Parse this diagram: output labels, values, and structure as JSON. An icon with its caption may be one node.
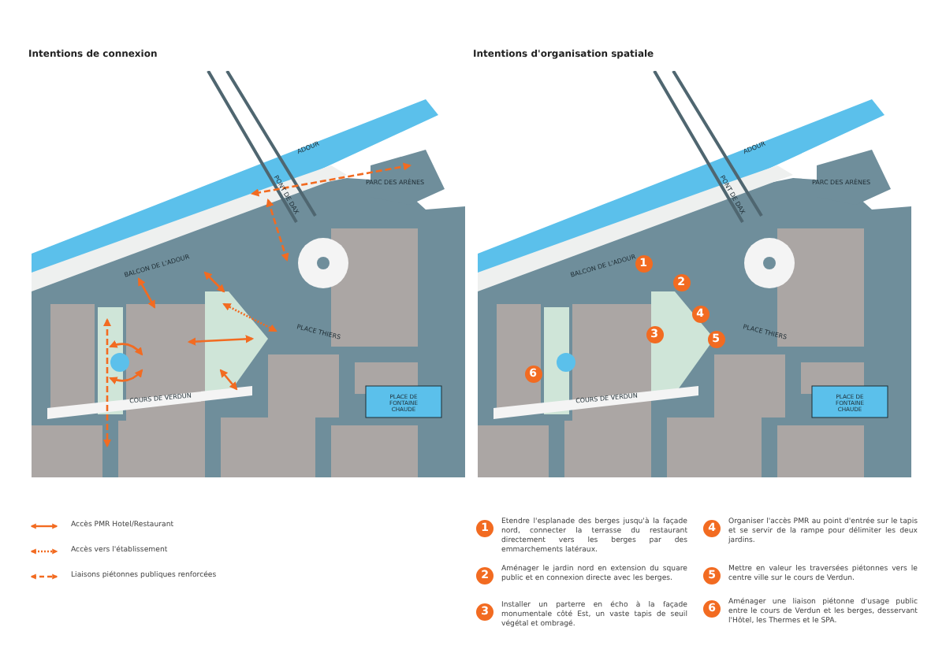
{
  "diagram": {
    "labels": [
      "Intentions de connexion",
      "ADOUR",
      "PONT DE DAX",
      "PARC DES ARÈNES",
      "BALCON DE L'ADOUR",
      "PLACE THIERS",
      "COURS DE VERDUN",
      "PLACE DE FONTAINE CHAUDE",
      "Intentions d'organisation spatiale",
      "ADOUR",
      "PONT DE DAX",
      "PARC DES ARÈNES",
      "BALCON DE L'ADOUR",
      "PLACE THIERS",
      "COURS DE VERDUN",
      "PLACE DE FONTAINE CHAUDE",
      "1",
      "2",
      "3",
      "4",
      "5",
      "6",
      "1",
      "Etendre l'esplanade des berges jusqu'à la façade nord, connecter la terrasse du restaurant directement vers les berges par des emmarchements latéraux.",
      "4",
      "Organiser l'accès PMR au point d'entrée sur le tapis et se servir de la rampe pour délimiter les deux jardins.",
      "2",
      "Aménager le jardin nord en extension du square public et en connexion directe avec les berges.",
      "5",
      "Mettre en valeur les traversées piétonnes vers le centre ville sur le cours de Verdun.",
      "3",
      "Installer un parterre en écho à la façade monumentale côté Est, un vaste tapis de seuil végétal et ombragé.",
      "6",
      "Aménager une liaison piétonne d'usage public entre le cours de Verdun et les berges, desservant l'Hôtel, les Thermes et le SPA."
    ],
    "legend": [
      {
        "text": "Accès PMR Hotel/Restaurant"
      },
      {
        "text": "Accès vers l'établissement"
      },
      {
        "text": "Liaisons piétonnes publiques renforcées"
      }
    ]
  }
}
